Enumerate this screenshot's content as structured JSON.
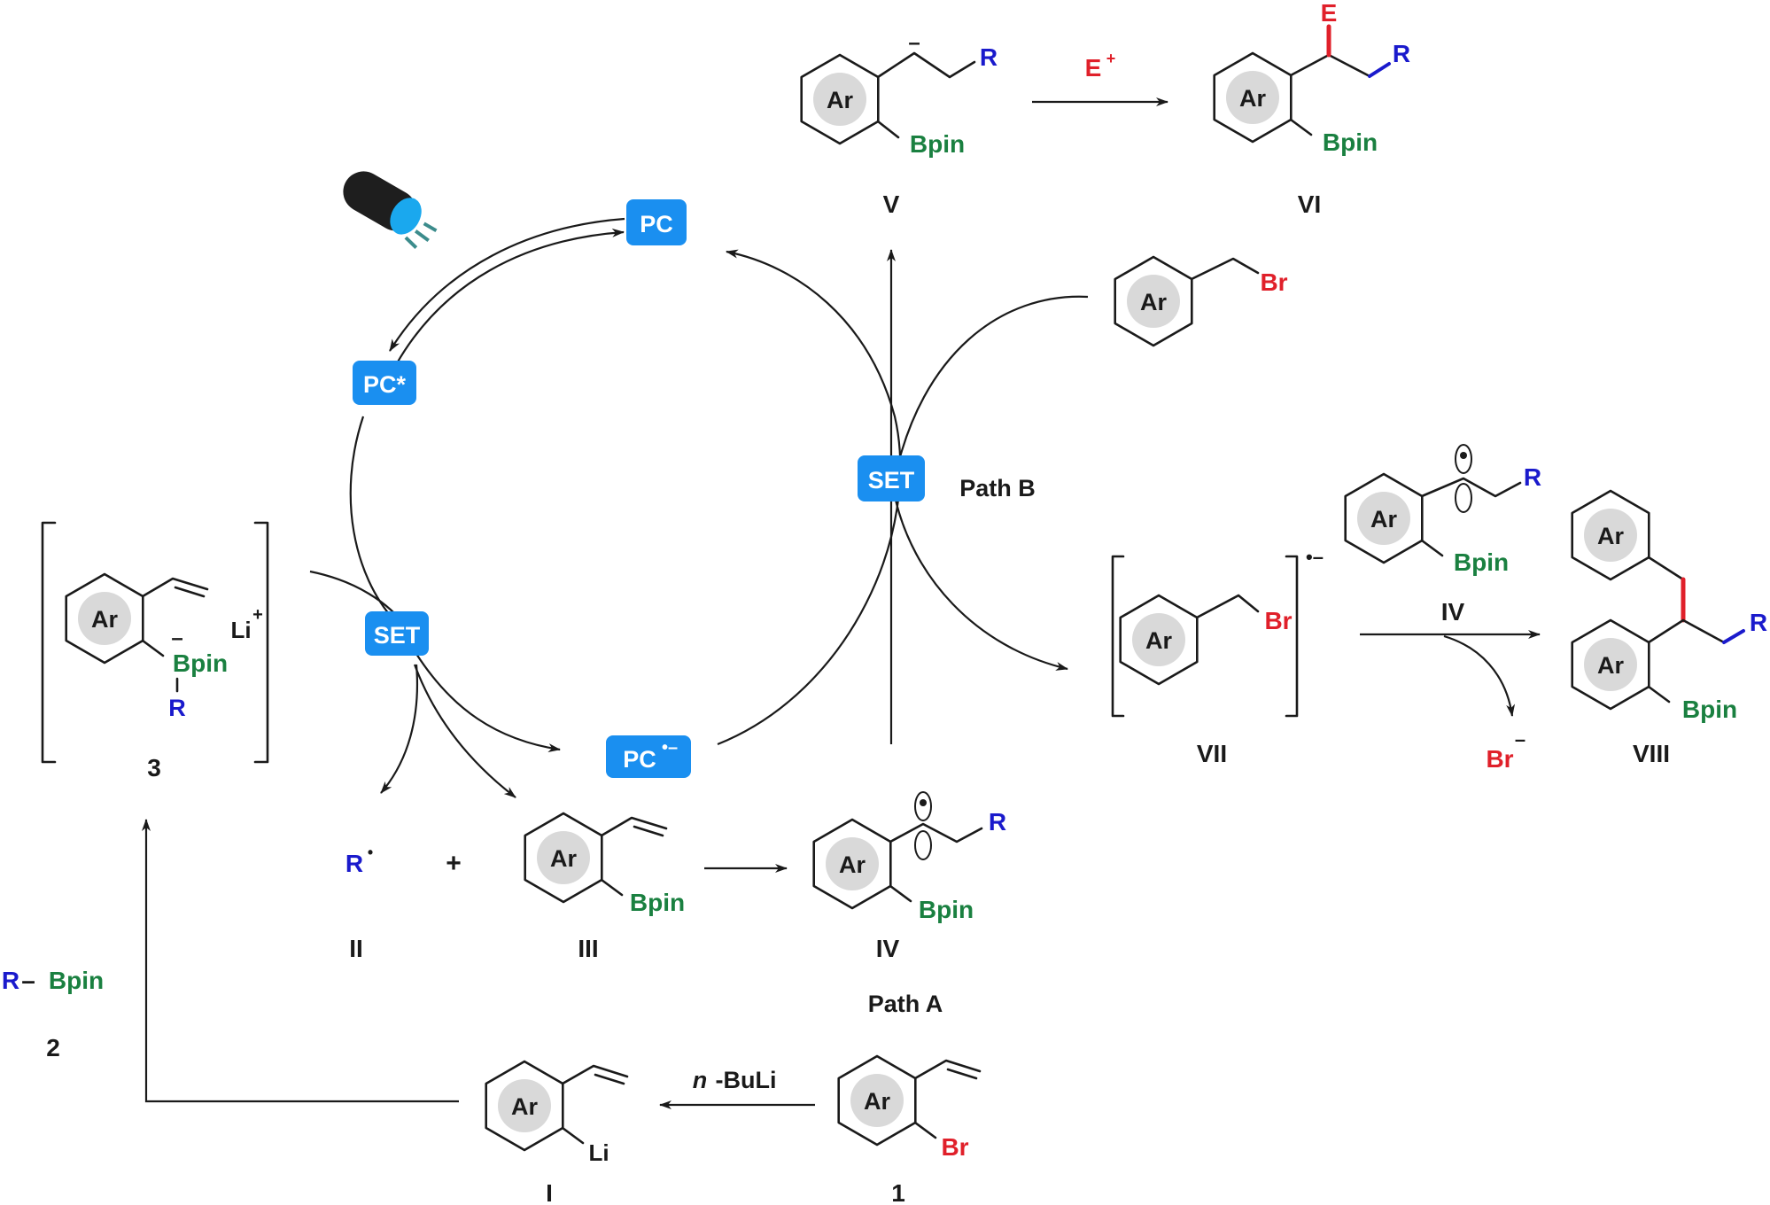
{
  "colors": {
    "badge": "#1a8ff0",
    "substituent_R": "#1a1acc",
    "boron_group": "#1a8040",
    "halogen_electrophile": "#e0202a",
    "ring_fill": "#d9d9d9"
  },
  "icons": [
    "light-source-icon"
  ],
  "labels": {
    "ar": "Ar",
    "bpin": "Bpin",
    "br": "Br",
    "li": "Li",
    "r": "R",
    "e": "E",
    "e_plus": "E",
    "plus_sup": "+",
    "minus": "–",
    "radical_dot": "•",
    "plus_sign": "+",
    "radical_anion": "•–",
    "r_bpin_r": "R",
    "r_bpin_dash": "–",
    "r_bpin_bpin": "Bpin",
    "n_buli_n": "n",
    "n_buli_rest": "-BuLi",
    "path_a": "Path  A",
    "path_b": "Path  B",
    "iv_reagent": "IV"
  },
  "badges": {
    "pc": "PC",
    "pc_star": "PC*",
    "pc_anion": "PC",
    "set_upper": "SET",
    "set_lower": "SET"
  },
  "compounds": {
    "c1": "1",
    "c2": "2",
    "c3": "3",
    "cI": "I",
    "cII": "II",
    "cIII": "III",
    "cIV": "IV",
    "cV": "V",
    "cVI": "VI",
    "cVII": "VII",
    "cVIII": "VIII"
  }
}
